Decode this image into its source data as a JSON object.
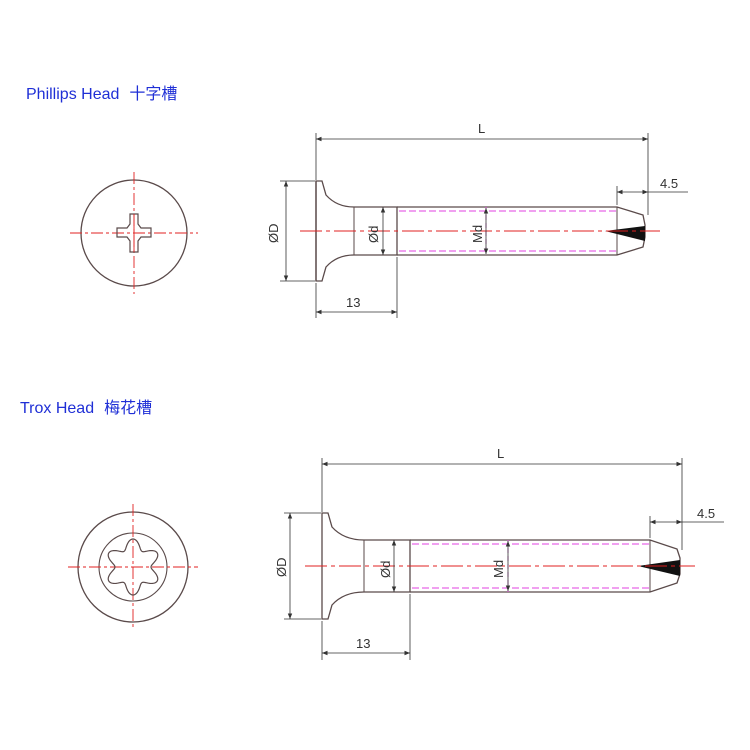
{
  "sections": [
    {
      "title": "Phillips Head",
      "title_cn": "十字槽",
      "head_type": "phillips-cross-recess",
      "dims": {
        "length": "L",
        "tip": "4.5",
        "shoulder": "13",
        "head_dia": "ØD",
        "shank_dia": "Ød",
        "thread": "Md"
      }
    },
    {
      "title": "Trox Head",
      "title_cn": "梅花槽",
      "head_type": "torx-star-recess",
      "dims": {
        "length": "L",
        "tip": "4.5",
        "shoulder": "13",
        "head_dia": "ØD",
        "shank_dia": "Ød",
        "thread": "Md"
      }
    }
  ],
  "colors": {
    "heading": "#1f2fd6",
    "outline": "#5a4a4a",
    "centerline": "#e02020",
    "thread_line": "#e040e0",
    "dimension": "#333333"
  }
}
